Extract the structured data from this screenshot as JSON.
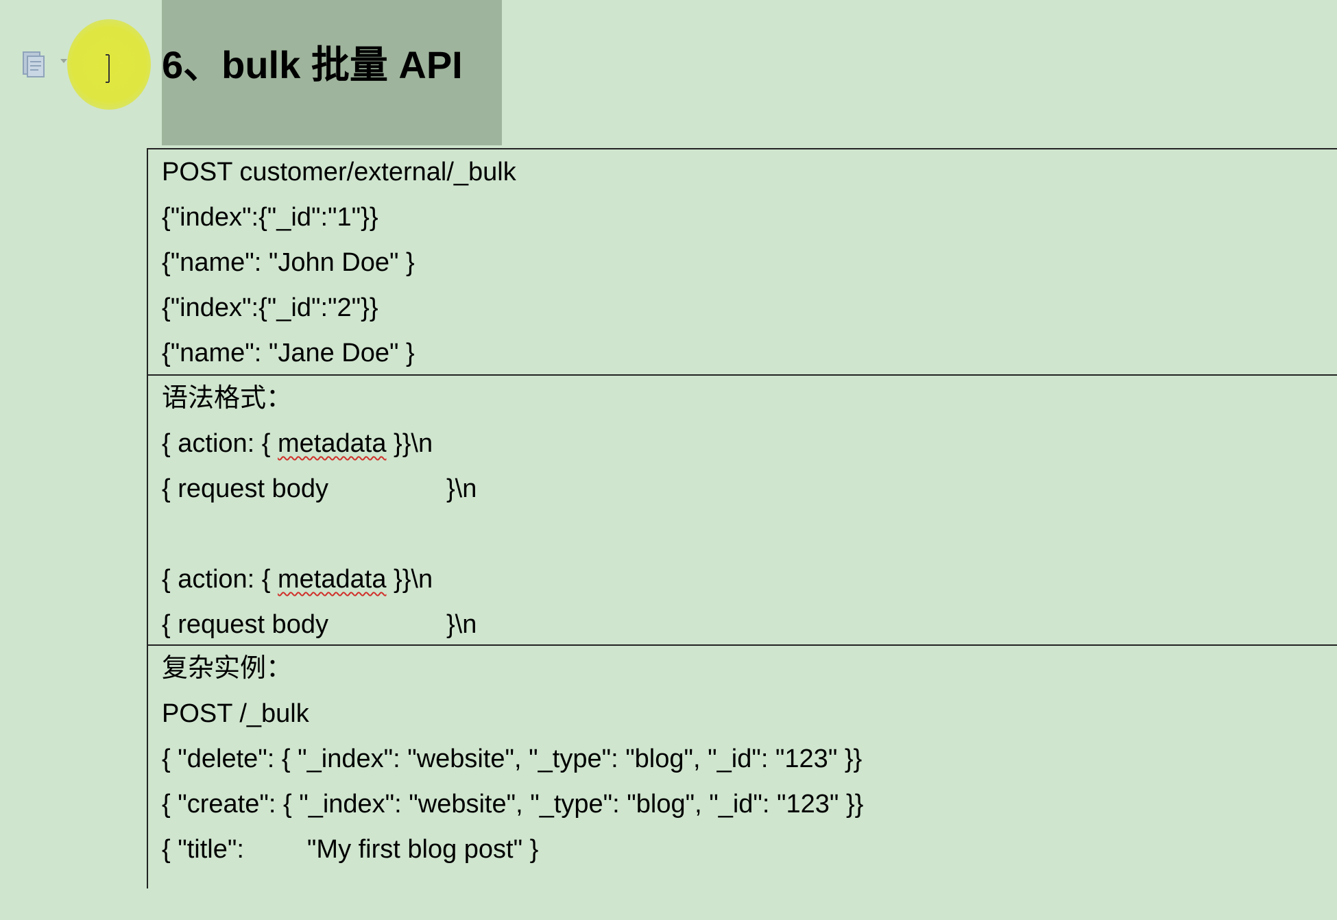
{
  "heading": {
    "title": "6、bulk 批量 API"
  },
  "icons": {
    "doc_icon": "document-icon",
    "dropdown": "chevron-down-icon",
    "caret": "text-cursor-icon"
  },
  "colors": {
    "page_background": "#cfe5ce",
    "heading_selection": "#9eb49c",
    "cursor_highlight": "#dfe642",
    "spellcheck_underline": "#d0302a"
  },
  "table": {
    "cell1": {
      "lines": [
        "POST customer/external/_bulk",
        "{\"index\":{\"_id\":\"1\"}}",
        "{\"name\": \"John Doe\" }",
        "{\"index\":{\"_id\":\"2\"}}",
        "{\"name\": \"Jane Doe\" }"
      ]
    },
    "cell2": {
      "label": "语法格式：",
      "action_prefix": "{ action: { ",
      "metadata_word": "metadata",
      "action_suffix": " }}\\n",
      "request_body": "{ request body",
      "request_body_end": "}\\n"
    },
    "cell3": {
      "label": "复杂实例：",
      "post_line": "POST /_bulk",
      "delete_line": "{ \"delete\": { \"_index\": \"website\", \"_type\": \"blog\", \"_id\": \"123\" }}",
      "create_line": "{ \"create\": { \"_index\": \"website\", \"_type\": \"blog\", \"_id\": \"123\" }}",
      "title_key": "{ \"title\":",
      "title_value": "\"My first blog post\" }"
    }
  }
}
